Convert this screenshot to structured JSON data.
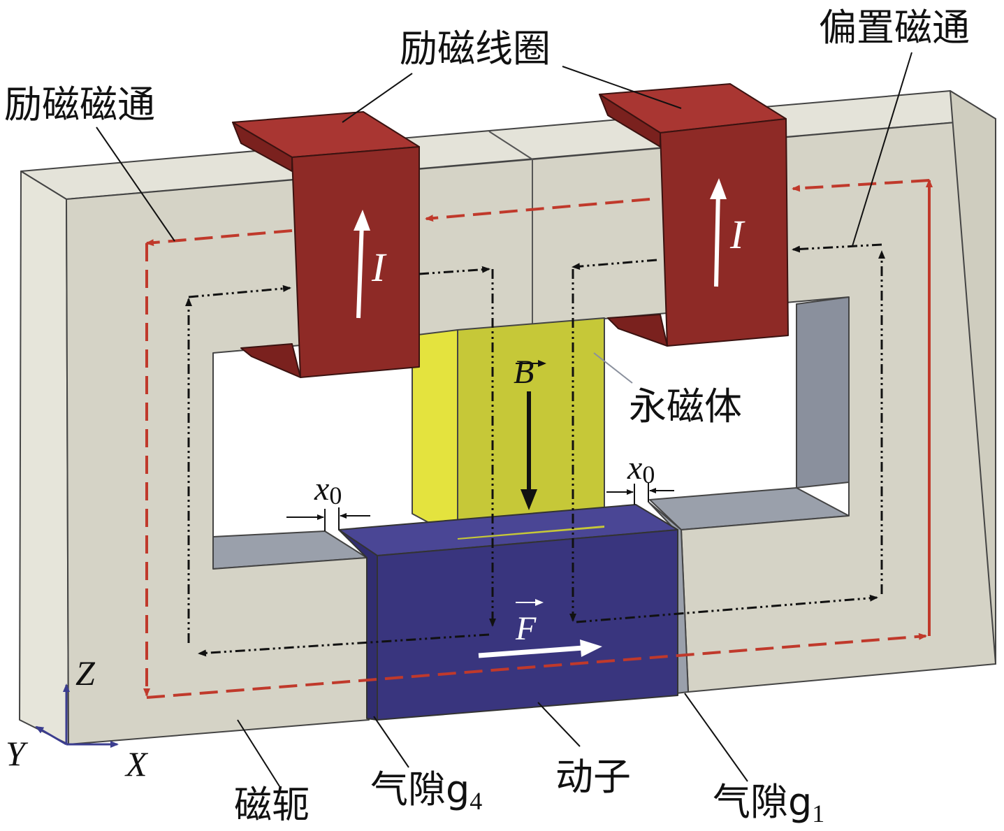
{
  "labels": {
    "excitation_coil": "励磁线圈",
    "bias_flux": "偏置磁通",
    "excitation_flux": "励磁磁通",
    "permanent_magnet": "永磁体",
    "yoke": "磁轭",
    "air_gap_g4": "气隙g",
    "air_gap_g4_sub": "4",
    "mover": "动子",
    "air_gap_g1": "气隙g",
    "air_gap_g1_sub": "1"
  },
  "symbols": {
    "current": "I",
    "field_B": "B",
    "force_F": "F",
    "gap": "x",
    "gap_sub": "0",
    "axis_z": "Z",
    "axis_y": "Y",
    "axis_x": "X"
  },
  "colors": {
    "yoke_front": "#d5d3c6",
    "yoke_top": "#e4e3d9",
    "yoke_side": "#8a909d",
    "coil": "#8e2a26",
    "coil_top": "#a93632",
    "magnet_front": "#c6c838",
    "magnet_side": "#e4e33e",
    "mover": "#39357e",
    "excitation_flux": "#c0392b",
    "bias_flux": "#111111",
    "axis": "#3b3d8f"
  }
}
